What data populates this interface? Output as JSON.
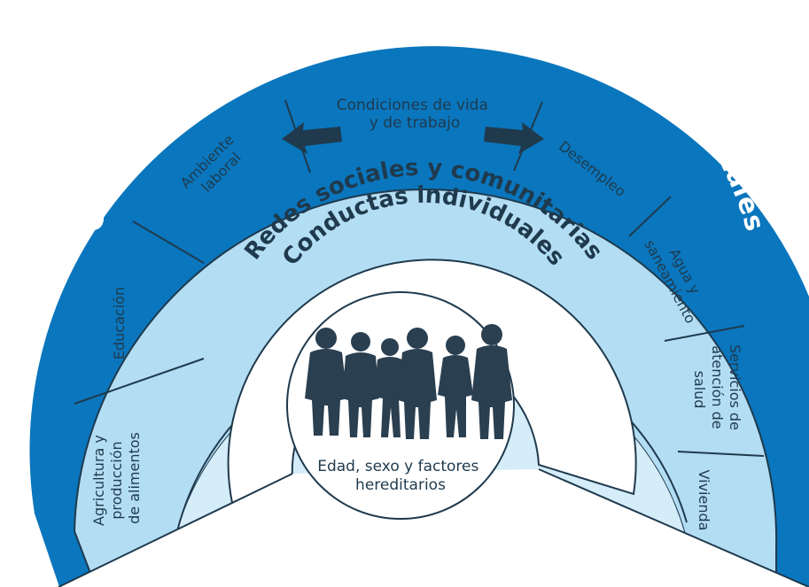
{
  "colors": {
    "outer_ring": "#0a76bd",
    "segment_ring": "#b3ddf3",
    "social_ring": "#d5ecf9",
    "individual_ring": "#ffffff",
    "stroke": "#1f3a4d",
    "text_dark": "#1f3a4d",
    "text_light": "#ffffff"
  },
  "layers": {
    "outer": "Condiciones socioeconómicas, culturales y ambientales",
    "social": "Redes sociales y comunitarias",
    "individual": "Conductas individuales"
  },
  "segments": {
    "agricultura": [
      "Agricultura y",
      "producción",
      "de alimentos"
    ],
    "educacion": [
      "Educación"
    ],
    "ambiente": [
      "Ambiente",
      "laboral"
    ],
    "condiciones_vida": [
      "Condiciones de vida",
      "y de trabajo"
    ],
    "desempleo": [
      "Desempleo"
    ],
    "agua": [
      "Agua y",
      "saneamiento"
    ],
    "servicios": [
      "Servicios de",
      "atención de",
      "salud"
    ],
    "vivienda": [
      "Vivienda"
    ]
  },
  "center": {
    "label_line1": "Edad, sexo y factores",
    "label_line2": "hereditarios",
    "icon": "people-silhouette-icon"
  },
  "arrows": [
    "arrow-left-icon",
    "arrow-right-icon"
  ]
}
